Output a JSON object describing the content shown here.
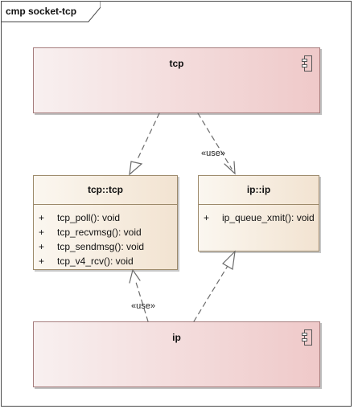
{
  "diagram": {
    "tab_label": "cmp socket-tcp",
    "components": [
      {
        "id": "tcp",
        "label": "tcp"
      },
      {
        "id": "ip",
        "label": "ip"
      }
    ],
    "classes": [
      {
        "id": "tcp-tcp",
        "title": "tcp::tcp",
        "methods": [
          {
            "visibility": "+",
            "name": "tcp_poll(): void"
          },
          {
            "visibility": "+",
            "name": "tcp_recvmsg(): void"
          },
          {
            "visibility": "+",
            "name": "tcp_sendmsg(): void"
          },
          {
            "visibility": "+",
            "name": "tcp_v4_rcv(): void"
          }
        ]
      },
      {
        "id": "ip-ip",
        "title": "ip::ip",
        "methods": [
          {
            "visibility": "+",
            "name": "ip_queue_xmit(): void"
          }
        ]
      }
    ],
    "relationships": [
      {
        "from": "tcp",
        "to": "tcp::tcp",
        "label": ""
      },
      {
        "from": "tcp",
        "to": "ip::ip",
        "label": "«use»"
      },
      {
        "from": "ip",
        "to": "tcp::tcp",
        "label": "«use»"
      },
      {
        "from": "ip",
        "to": "ip::ip",
        "label": ""
      }
    ],
    "icons": {
      "component": "component-icon"
    },
    "colors": {
      "frame_border": "#4a4a4a",
      "component_fill_start": "#f8f0f0",
      "component_fill_end": "#efc9c9",
      "class_fill_start": "#fbf7f0",
      "class_fill_end": "#f2e3d1",
      "connector": "#6b6b6b"
    }
  }
}
